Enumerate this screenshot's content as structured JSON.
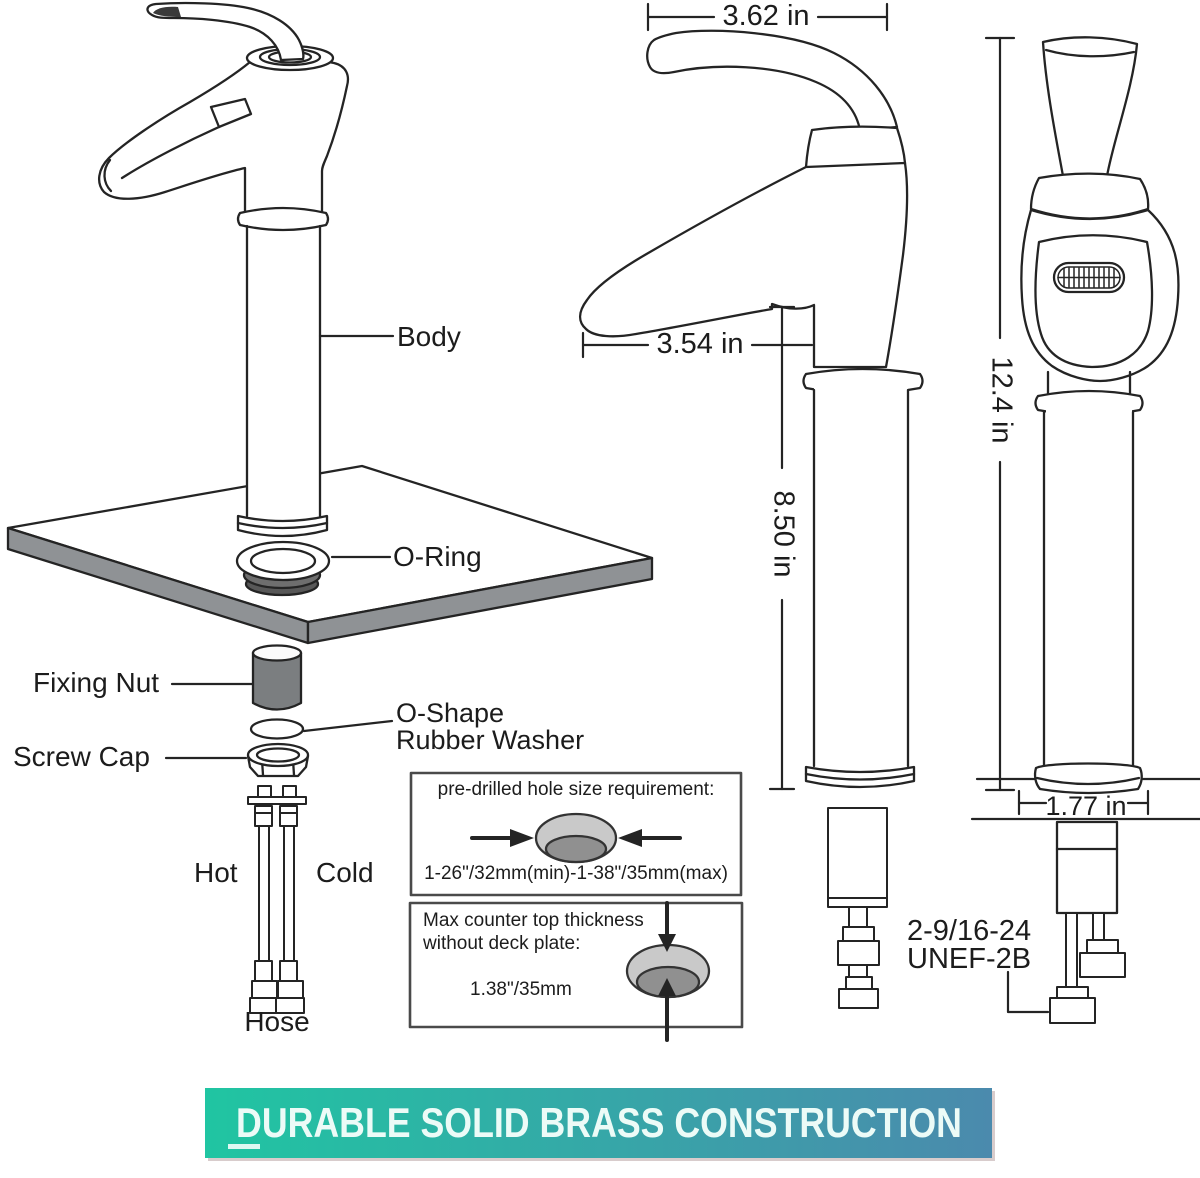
{
  "exploded_view": {
    "labels": {
      "body": "Body",
      "o_ring": "O-Ring",
      "fixing_nut": "Fixing Nut",
      "screw_cap": "Screw Cap",
      "washer_line1": "O-Shape",
      "washer_line2": "Rubber Washer",
      "hot": "Hot",
      "cold": "Cold",
      "hose": "Hose"
    }
  },
  "side_view": {
    "dimensions": {
      "spout_width": "3.62 in",
      "spout_reach": "3.54 in",
      "body_height": "8.50 in"
    }
  },
  "front_view": {
    "dimensions": {
      "overall_height": "12.4 in",
      "base_width": "1.77 in"
    },
    "thread_spec_line1": "2-9/16-24",
    "thread_spec_line2": "UNEF-2B"
  },
  "spec_boxes": {
    "hole_size": {
      "title": "pre-drilled hole size requirement:",
      "value": "1-26\"/32mm(min)-1-38\"/35mm(max)"
    },
    "counter_thickness": {
      "title_line1": "Max counter top thickness",
      "title_line2": "without deck plate:",
      "value": "1.38\"/35mm"
    }
  },
  "banner": {
    "text": "DURABLE SOLID BRASS CONSTRUCTION",
    "gradient_start": "#20c5a2",
    "gradient_end": "#4b8aad"
  },
  "colors": {
    "line": "#242424",
    "countertop_edge": "#8f9295",
    "fixing_nut_fill": "#7b7e80",
    "hole_outer": "#c9c9c9",
    "hole_inner": "#909090",
    "drain_dark": "#6e6e6e"
  }
}
